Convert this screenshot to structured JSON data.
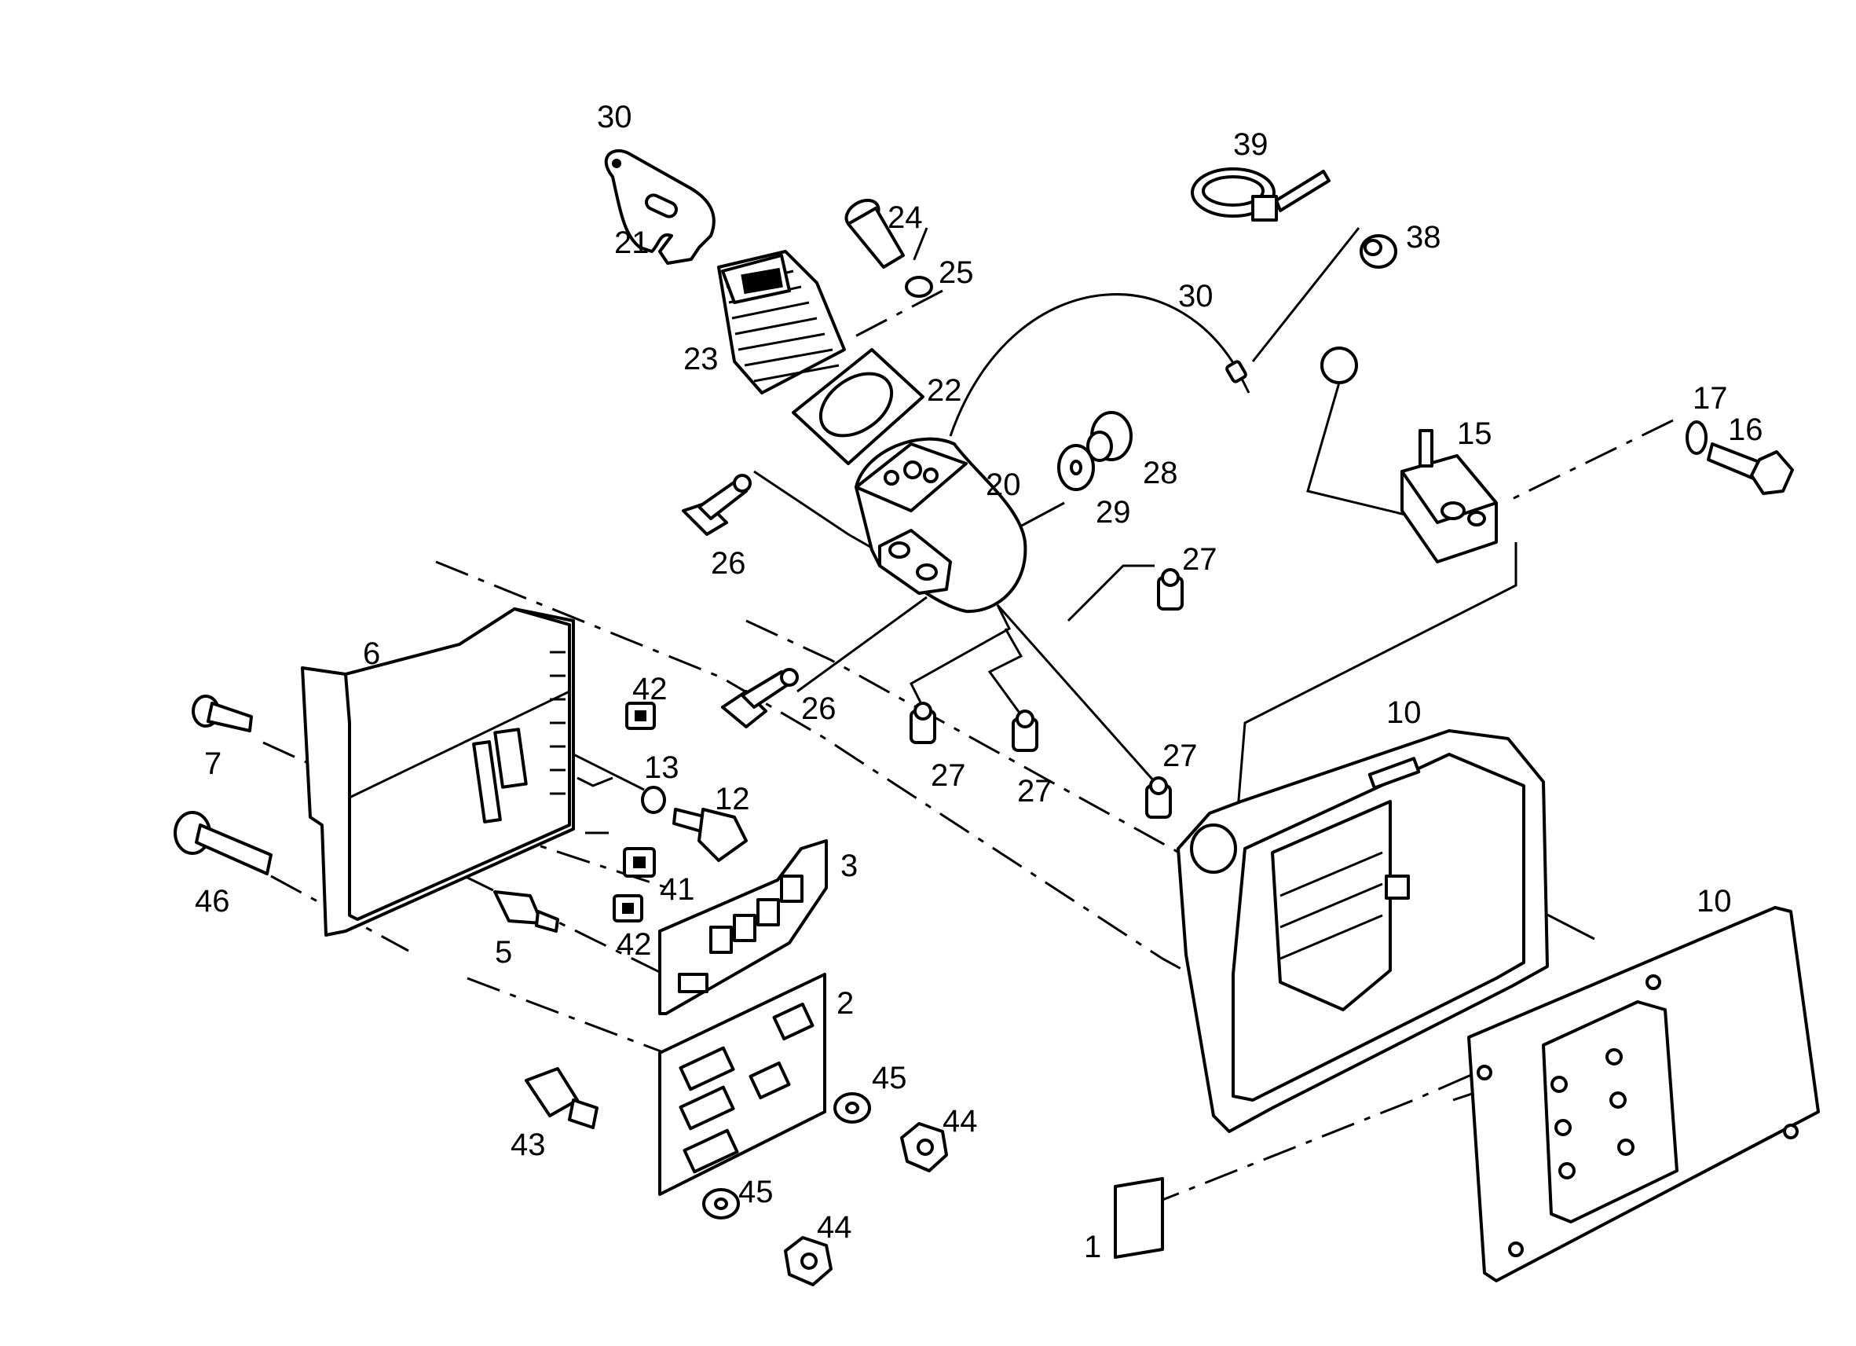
{
  "callouts": {
    "c1": "1",
    "c2": "2",
    "c3": "3",
    "c5": "5",
    "c6": "6",
    "c7": "7",
    "c10a": "10",
    "c10b": "10",
    "c12": "12",
    "c13": "13",
    "c15": "15",
    "c16": "16",
    "c17": "17",
    "c20": "20",
    "c21": "21",
    "c22": "22",
    "c23": "23",
    "c24": "24",
    "c25": "25",
    "c26a": "26",
    "c26b": "26",
    "c27a": "27",
    "c27b": "27",
    "c27c": "27",
    "c27d": "27",
    "c28": "28",
    "c29": "29",
    "c30a": "30",
    "c30b": "30",
    "c38": "38",
    "c39": "39",
    "c41": "41",
    "c42a": "42",
    "c42b": "42",
    "c43": "43",
    "c44a": "44",
    "c44b": "44",
    "c45a": "45",
    "c45b": "45",
    "c46": "46"
  }
}
